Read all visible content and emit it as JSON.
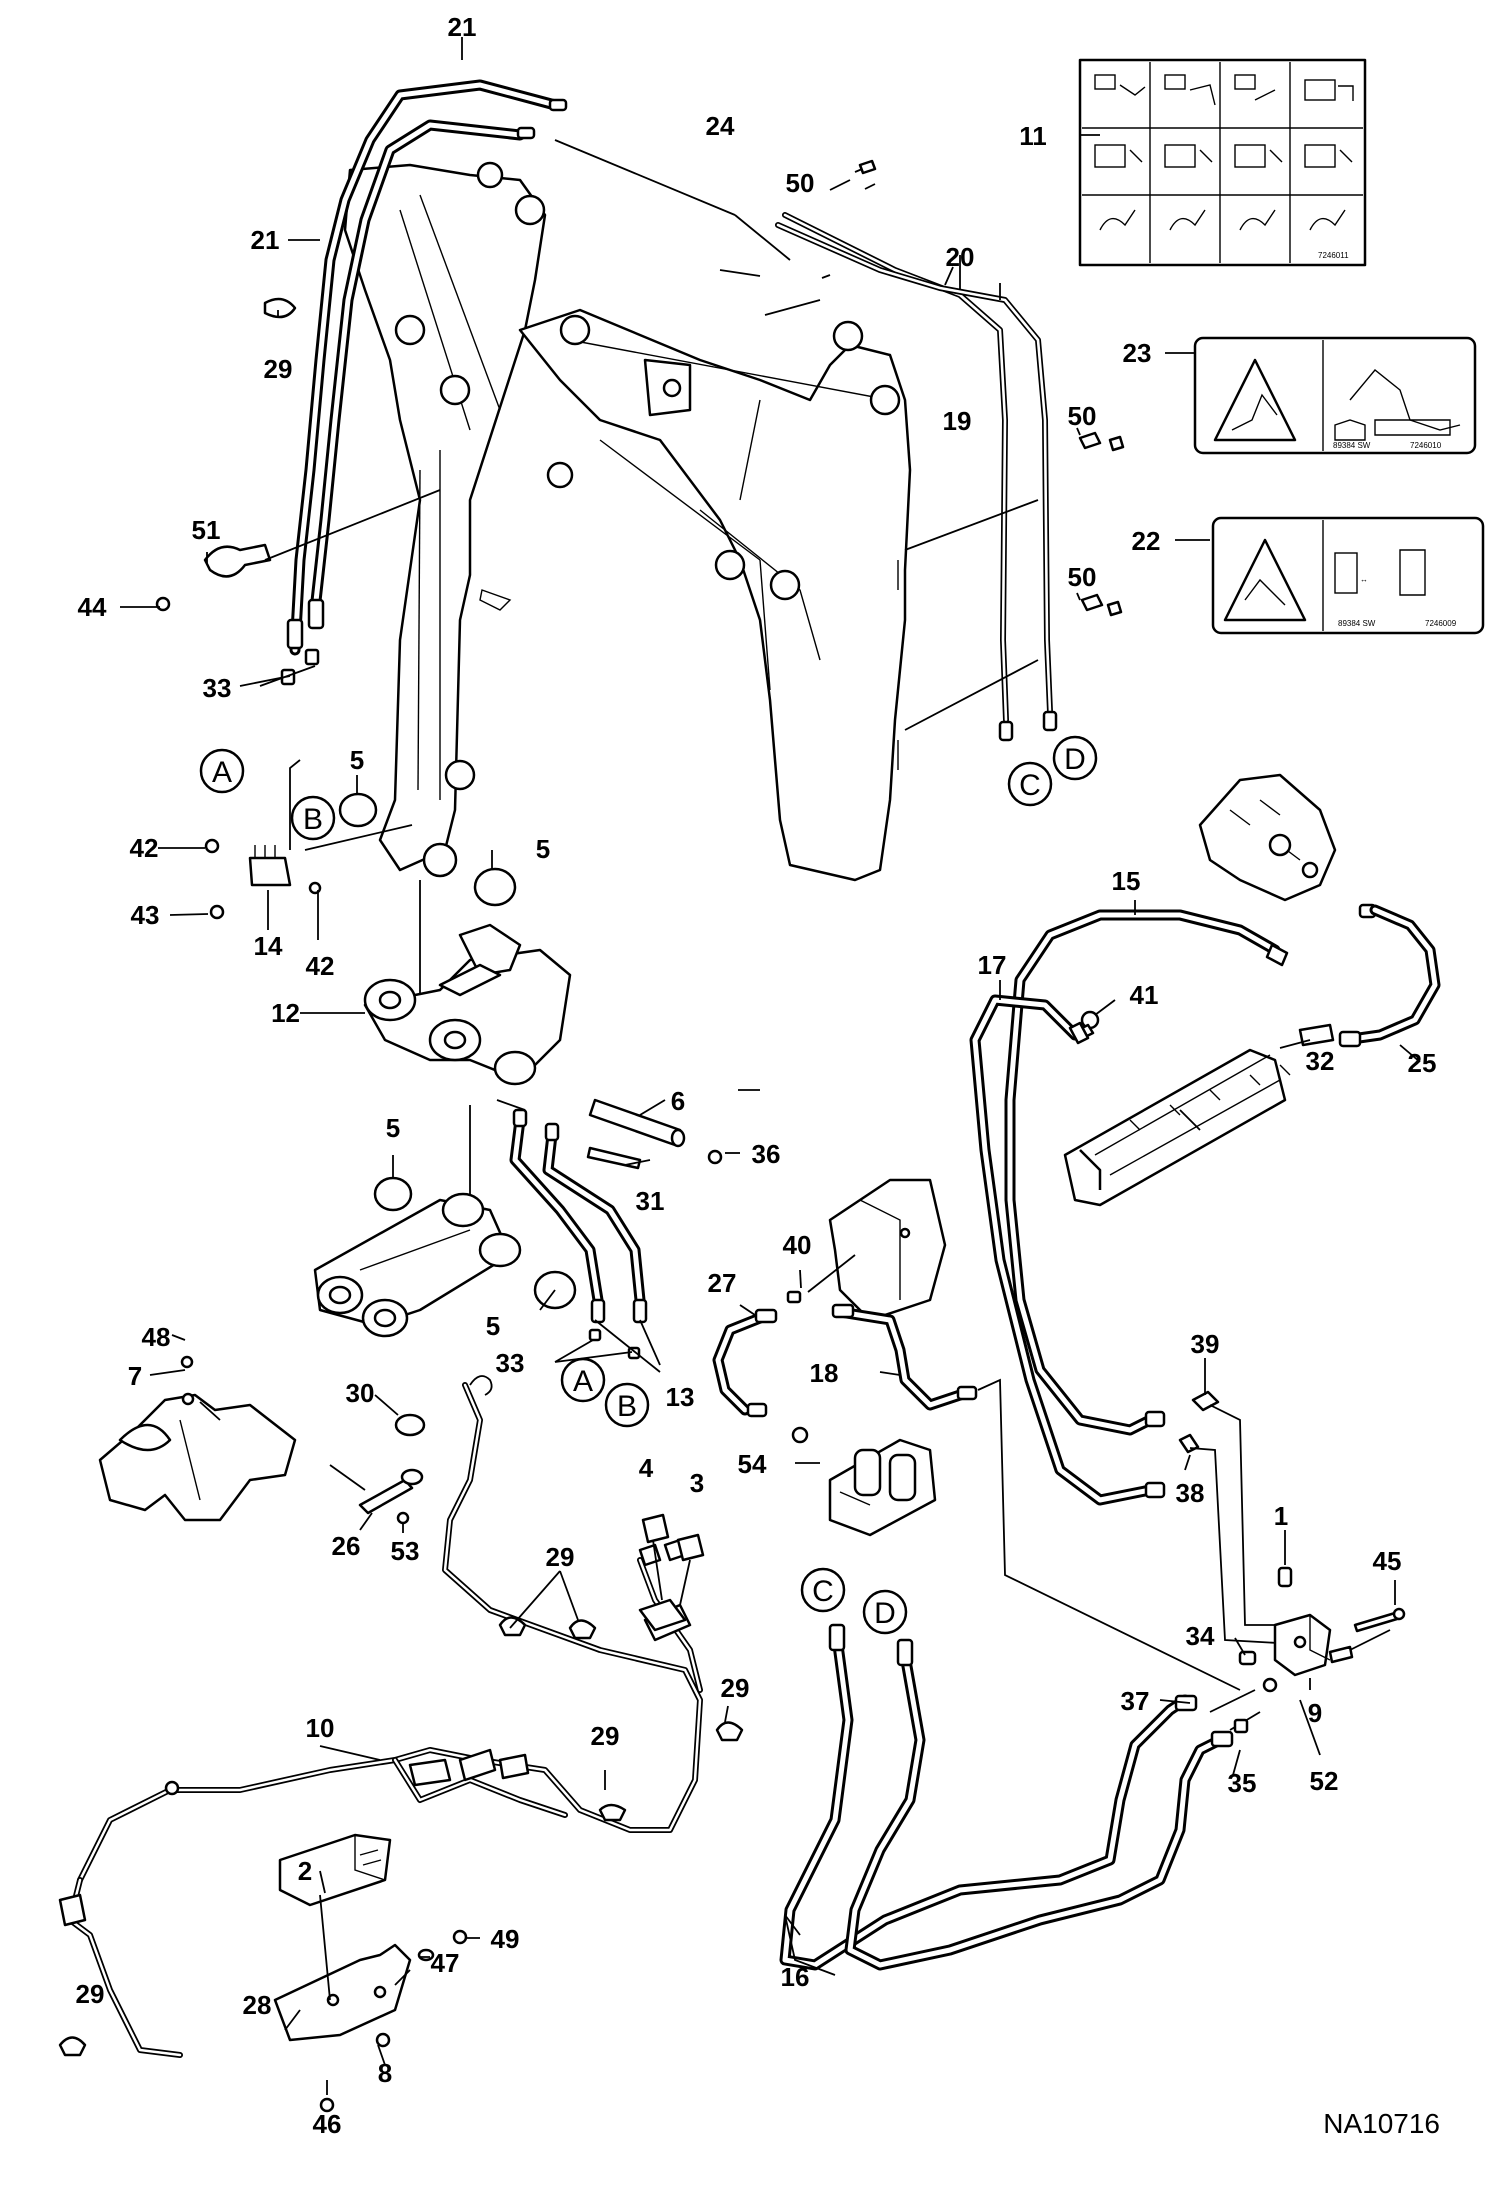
{
  "figure_id": "NA10716",
  "callouts": [
    "1",
    "2",
    "3",
    "4",
    "5",
    "6",
    "7",
    "8",
    "9",
    "10",
    "11",
    "12",
    "13",
    "14",
    "15",
    "16",
    "17",
    "18",
    "19",
    "20",
    "21",
    "22",
    "23",
    "24",
    "25",
    "26",
    "27",
    "28",
    "29",
    "30",
    "31",
    "32",
    "33",
    "34",
    "35",
    "36",
    "37",
    "38",
    "39",
    "40",
    "41",
    "42",
    "43",
    "44",
    "45",
    "46",
    "47",
    "48",
    "49",
    "50",
    "51",
    "52",
    "53",
    "54"
  ],
  "connectors": {
    "a": "A",
    "b": "B",
    "c": "C",
    "d": "D"
  },
  "decals": {
    "decal_23": {
      "part_text": "89384 SW",
      "code": "7246010"
    },
    "decal_22": {
      "part_text": "89384 SW",
      "code": "7246009"
    },
    "decal_11": {
      "code": "7246011"
    }
  }
}
